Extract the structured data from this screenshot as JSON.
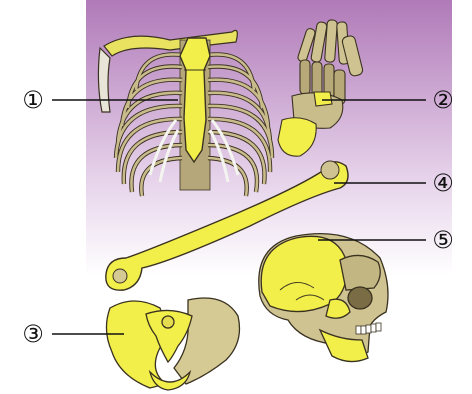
{
  "colors": {
    "background_top": "#b07ab8",
    "background_mid": "#e6d2ea",
    "background_bottom": "#ffffff",
    "bone_highlight": "#f2ee4a",
    "bone_base": "#d2c69a",
    "bone_shadow": "#a29266",
    "outline": "#3a3220"
  },
  "labels": [
    {
      "id": "1",
      "text": "①",
      "icon": "sternum"
    },
    {
      "id": "2",
      "text": "②",
      "icon": "foot-bones"
    },
    {
      "id": "3",
      "text": "③",
      "icon": "pelvis"
    },
    {
      "id": "4",
      "text": "④",
      "icon": "femur"
    },
    {
      "id": "5",
      "text": "⑤",
      "icon": "skull"
    }
  ]
}
